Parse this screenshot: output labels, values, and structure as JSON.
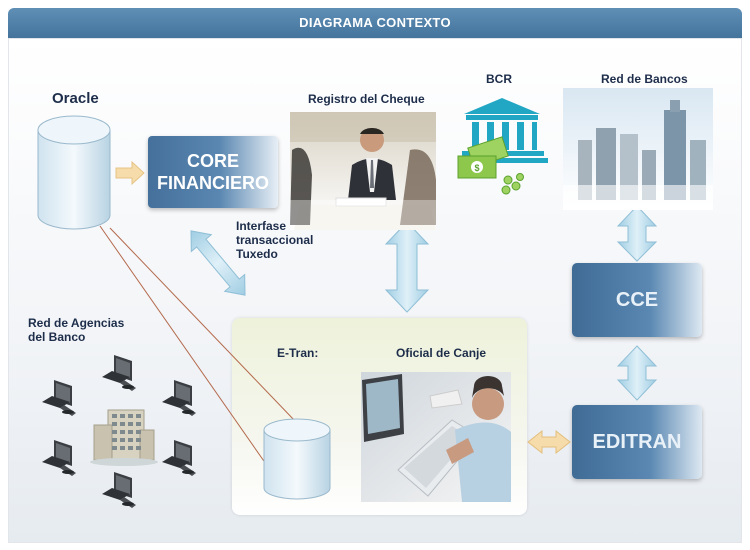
{
  "header": {
    "title": "DIAGRAMA CONTEXTO"
  },
  "labels": {
    "oracle": "Oracle",
    "registro": "Registro del Cheque",
    "bcr": "BCR",
    "red_bancos": "Red de Bancos",
    "interfase": [
      "Interfase",
      "transaccional",
      "Tuxedo"
    ],
    "red_agencias": [
      "Red de Agencias",
      "del Banco"
    ],
    "etran": "E-Tran:",
    "oficial": "Oficial de Canje"
  },
  "boxes": {
    "core": [
      "CORE",
      "FINANCIERO"
    ],
    "cce": "CCE",
    "editran": "EDITRAN"
  },
  "icons": {
    "database": "database-icon",
    "bank": "bank-building-icon",
    "money": "money-icon",
    "skyline": "city-skyline-icon",
    "computer": "computer-icon",
    "office_building": "office-building-icon"
  },
  "colors": {
    "header": "#4f7fa6",
    "box": "#44709b",
    "arrow": "#a9d3e6",
    "arrow_orange": "#f2d7a5",
    "bank_icon": "#21a7c4",
    "money": "#7dc242"
  }
}
